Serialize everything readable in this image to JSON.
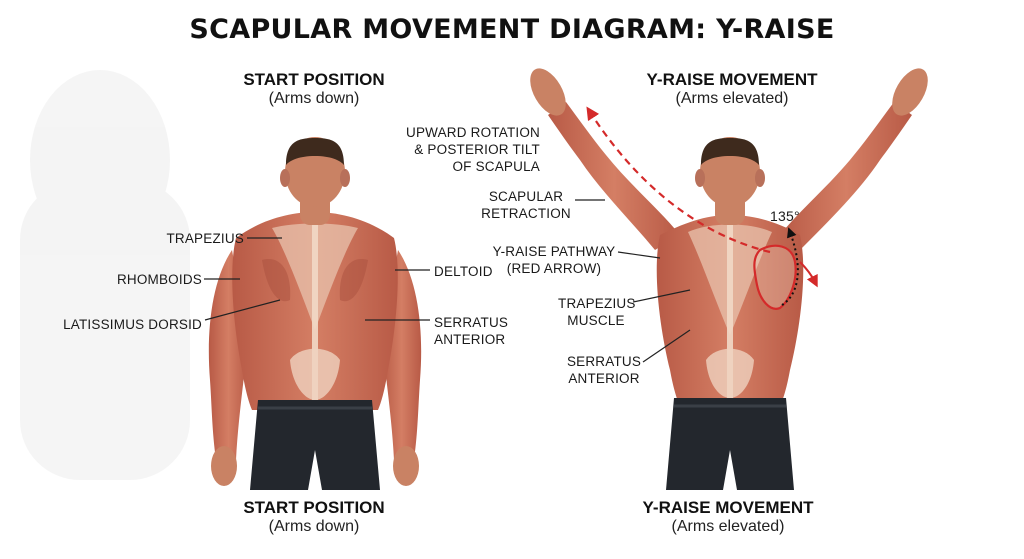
{
  "title": "SCAPULAR MOVEMENT DIAGRAM: Y-RAISE",
  "left_panel": {
    "header_title": "START POSITION",
    "header_subtitle": "(Arms down)",
    "footer_title": "START POSITION",
    "footer_subtitle": "(Arms down)",
    "labels": {
      "trapezius": "TRAPEZIUS",
      "rhomboids": "RHOMBOIDS",
      "latissimus": "LATISSIMUS DORSID",
      "deltoid": "DELTOID",
      "serratus_1": "SERRATUS",
      "serratus_2": "ANTERIOR"
    }
  },
  "right_panel": {
    "header_title": "Y-RAISE MOVEMENT",
    "header_subtitle": "(Arms elevated)",
    "footer_title": "Y-RAISE MOVEMENT",
    "footer_subtitle": "(Arms elevated)",
    "labels": {
      "upward_1": "UPWARD ROTATION",
      "upward_2": "& POSTERIOR TILT",
      "upward_3": "OF SCAPULA",
      "retraction_1": "SCAPULAR",
      "retraction_2": "RETRACTION",
      "pathway_1": "Y-RAISE PATHWAY",
      "pathway_2": "(RED ARROW)",
      "trapezius_1": "TRAPEZIUS",
      "trapezius_2": "MUSCLE",
      "serratus_1": "SERRATUS",
      "serratus_2": "ANTERIOR",
      "angle": "135°"
    }
  },
  "colors": {
    "skin": "#c98264",
    "muscle": "#c4654f",
    "muscle_light": "#e8c3ae",
    "hair": "#3e2a1d",
    "shorts": "#23272d",
    "arrow": "#d42a2a",
    "scapula_outline": "#d42a2a"
  }
}
